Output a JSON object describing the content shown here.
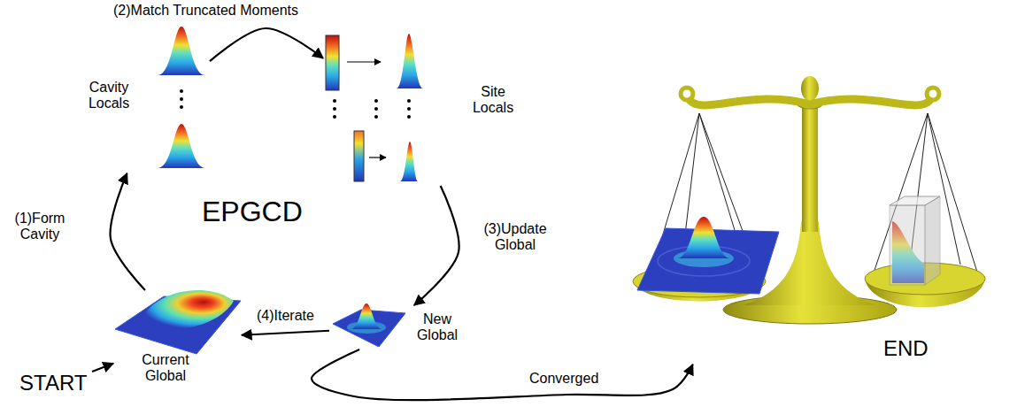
{
  "diagram": {
    "nodes": [
      {
        "text": [
          "Cavity Locals"
        ]
      },
      {
        "text": [
          "Site Locals"
        ]
      },
      {
        "text": [
          "New Global"
        ]
      },
      {
        "text": [
          "Current Global"
        ]
      },
      {
        "text": [
          "START"
        ]
      },
      {
        "text": [
          "END"
        ]
      }
    ],
    "edges": [
      {
        "from": 3,
        "to": 0,
        "label": "(1)Form Cavity",
        "arrow": "to"
      },
      {
        "from": 0,
        "to": 1,
        "label": "(2)Match Truncated Moments",
        "arrow": "to"
      },
      {
        "from": 1,
        "to": 2,
        "label": "(3)Update Global",
        "arrow": "to"
      },
      {
        "from": 2,
        "to": 3,
        "label": "(4)Iterate",
        "arrow": "to"
      },
      {
        "from": 2,
        "to": 5,
        "label": "Converged",
        "arrow": "to"
      },
      {
        "from": 4,
        "to": 3,
        "arrow": "to"
      }
    ],
    "labels": [
      "EPGCD"
    ]
  }
}
